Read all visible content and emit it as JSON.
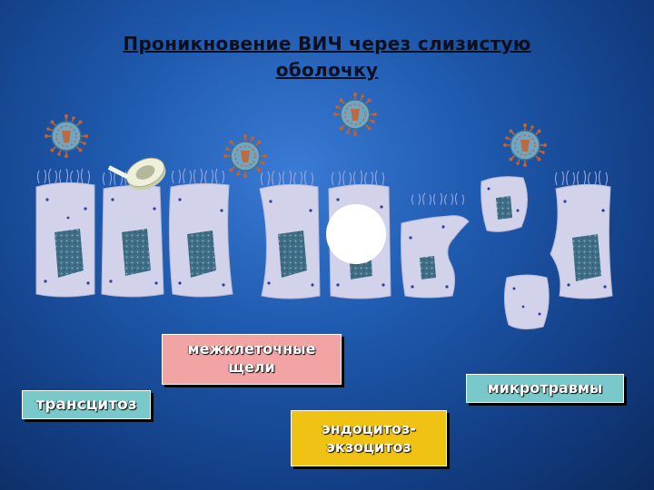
{
  "title": {
    "line1": "Проникновение ВИЧ через слизистую",
    "line2": "оболочку"
  },
  "labels": {
    "intercellular_gaps": "межклеточные щели",
    "transcytosis": "трансцитоз",
    "endocytosis": "эндоцитоз-экзоцитоз",
    "microtrauma": "микротравмы"
  },
  "colors": {
    "background": "#1f5bb0",
    "cell": "#d2d2ea",
    "nucleus": "#3f6f86",
    "virus": "#6ea7c6",
    "virus_spike": "#c8602a",
    "gaps_label": "#f2a3a3",
    "transcytosis_label": "#79c9cb",
    "endocytosis_label": "#f0c214",
    "microtrauma_label": "#79c9cb"
  },
  "icons": [
    "hiv-virion-icon",
    "epithelial-cell-icon",
    "nucleus-icon",
    "tape-roll-icon",
    "vesicle-icon"
  ]
}
